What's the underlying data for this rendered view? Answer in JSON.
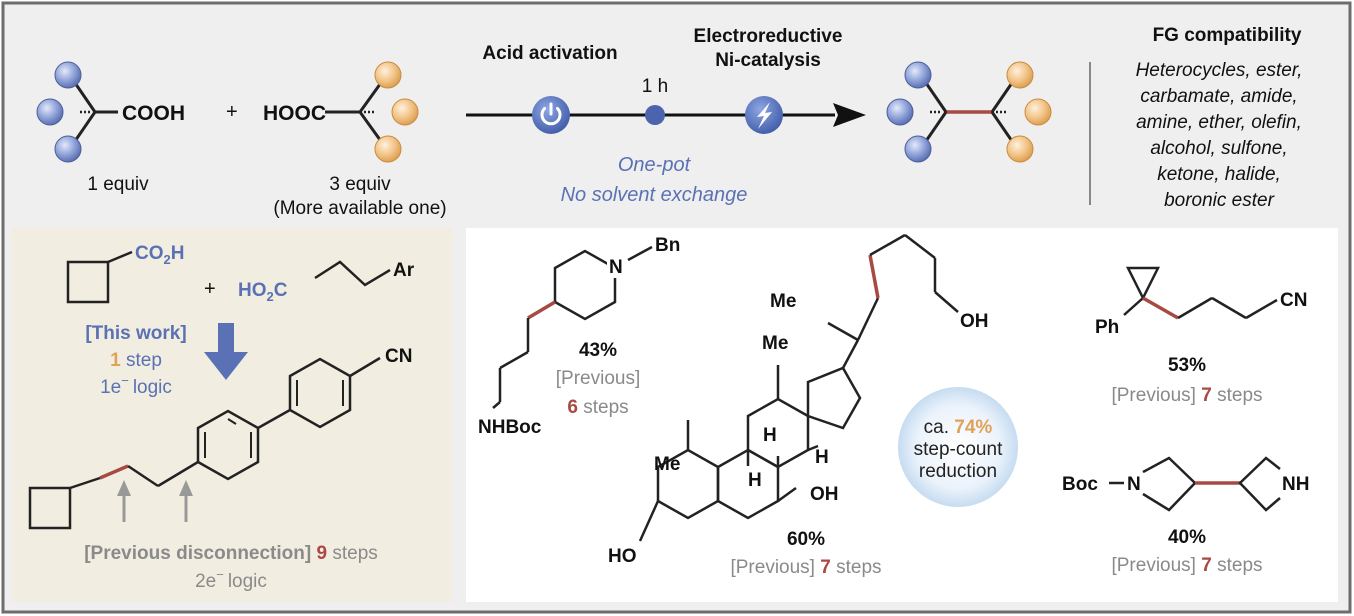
{
  "colors": {
    "frame": "#6d6d6d",
    "top_panel_bg": "#efefef",
    "left_panel_bg": "#f1eee1",
    "blue_accent": "#5a72b5",
    "orange_accent": "#e0a257",
    "new_bond_red": "#a84a43",
    "gray_text": "#8a8a8a"
  },
  "scheme": {
    "acid1": {
      "group": "COOH",
      "equiv": "1 equiv"
    },
    "plus": "+",
    "acid2": {
      "group": "HOOC",
      "equiv": "3 equiv",
      "note": "(More available one)"
    },
    "step1_label": "Acid activation",
    "time_label": "1 h",
    "step2_label_line1": "Electroreductive",
    "step2_label_line2": "Ni-catalysis",
    "pot_line1": "One-pot",
    "pot_line2": "No solvent exchange",
    "icons": [
      "power-icon",
      "lightning-icon"
    ]
  },
  "fg_box": {
    "title": "FG compatibility",
    "lines": [
      "Heterocycles, ester,",
      "carbamate, amide,",
      "amine, ether, olefin,",
      "alcohol, sulfone,",
      "ketone, halide,",
      "boronic ester"
    ]
  },
  "left_panel": {
    "acid_group": "CO",
    "acid_sub": "2",
    "acid_tail": "H",
    "plus": "+",
    "acid2_head": "HO",
    "acid2_sub": "2",
    "acid2_tail": "C",
    "aryl": "Ar",
    "this_work": "[This work]",
    "one_step_num": "1",
    "one_step_word": "step",
    "logic_1e": "1e",
    "minus": "−",
    "logic_word": "logic",
    "cn": "CN",
    "prev_bracket": "[Previous disconnection]",
    "prev_steps_num": "9",
    "prev_steps_word": "steps",
    "logic_2e": "2e"
  },
  "examples": {
    "piperidine": {
      "bn": "Bn",
      "n": "N",
      "boc": "NHBoc",
      "yield": "43%",
      "prev": "[Previous]",
      "steps_num": "6",
      "steps_word": "steps"
    },
    "steroid": {
      "me1": "Me",
      "me2": "Me",
      "me3": "Me",
      "oh1": "OH",
      "oh2": "OH",
      "ho": "HO",
      "h1": "H",
      "h2": "H",
      "h3": "H",
      "yield": "60%",
      "prev": "[Previous]",
      "steps_num": "7",
      "steps_word": "steps"
    },
    "cyclopropane": {
      "ph": "Ph",
      "cn": "CN",
      "yield": "53%",
      "prev": "[Previous]",
      "steps_num": "7",
      "steps_word": "steps"
    },
    "azetidine": {
      "boc": "Boc",
      "n": "N",
      "nh": "NH",
      "yield": "40%",
      "prev": "[Previous]",
      "steps_num": "7",
      "steps_word": "steps"
    }
  },
  "bubble": {
    "line1_prefix": "ca.",
    "line1_value": "74%",
    "line2": "step-count",
    "line3": "reduction"
  }
}
